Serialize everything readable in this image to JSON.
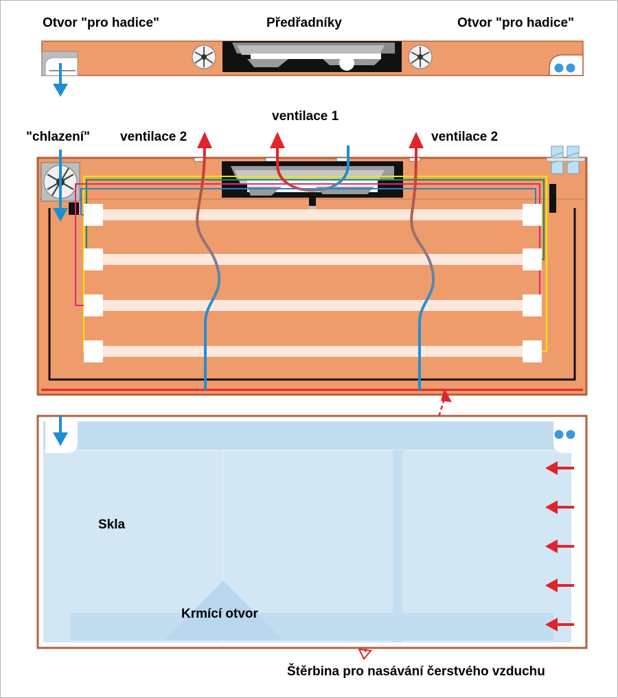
{
  "labels": {
    "otvor_left": "Otvor \"pro hadice\"",
    "predradniky": "Předřadníky",
    "otvor_right": "Otvor \"pro hadice\"",
    "ventilace_1": "ventilace 1",
    "chlazeni": "\"chlazení\"",
    "ventilace_2_left": "ventilace 2",
    "ventilace_2_right": "ventilace 2",
    "skla": "Skla",
    "krmici_otvor": "Krmící otvor",
    "sterbina": "Štěrbina pro nasávání čerstvého vzduchu"
  },
  "colors": {
    "wood": "#ee9c6c",
    "wood_edge": "#b4603c",
    "glass": "#d2e6f3",
    "glass_light": "#dcedf8",
    "warm_air": "#e0242b",
    "cool_air": "#1b8fd3",
    "tube": "#fde6da",
    "wire_yellow": "#f3e600",
    "wire_green": "#11924a",
    "wire_magenta": "#e2267a",
    "wire_blue": "#2c7fc3",
    "ballast_black": "#111111"
  },
  "fluorescent_tubes": 4,
  "fresh_air_inlet_arrows": 5,
  "icons": [
    "fan-icon",
    "hose-hole-icon",
    "water-flow-arrow-icon",
    "warm-air-arrow-icon",
    "cool-air-arrow-icon",
    "inlet-arrow-icon"
  ]
}
